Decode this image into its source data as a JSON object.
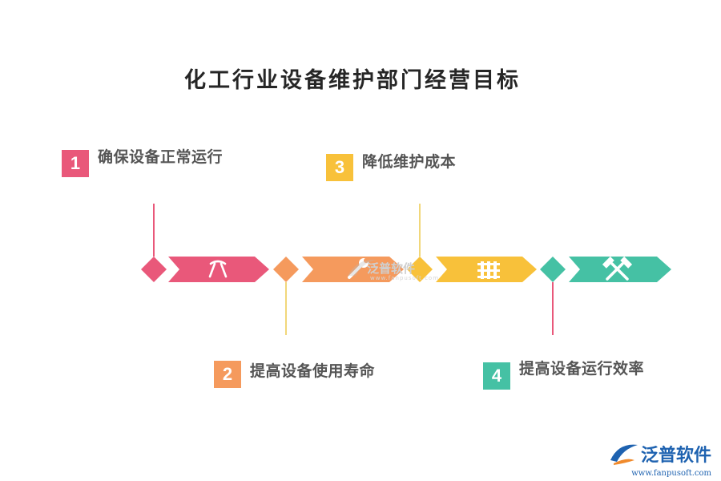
{
  "title": "化工行业设备维护部门经营目标",
  "steps": [
    {
      "number": "1",
      "label": "确保设备正常运行",
      "color": "#e9587a",
      "icon": "hammer-pick-icon"
    },
    {
      "number": "2",
      "label": "提高设备使用寿命",
      "color": "#f59a5d",
      "icon": "wrench-icon"
    },
    {
      "number": "3",
      "label": "降低维护成本",
      "color": "#f8c13a",
      "icon": "gear-parts-icon"
    },
    {
      "number": "4",
      "label": "提高设备运行效率",
      "color": "#45c1a4",
      "icon": "crossed-hammers-icon"
    }
  ],
  "watermark": {
    "text": "泛普软件",
    "sub": "www.fanpusoft.com"
  },
  "logo": {
    "text": "泛普软件",
    "url": "www.fanpusoft.com",
    "color": "#1e62b0"
  }
}
